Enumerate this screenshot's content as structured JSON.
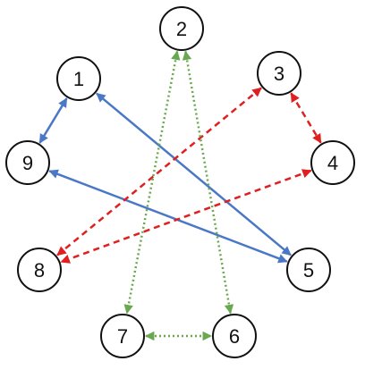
{
  "diagram": {
    "nodes": [
      {
        "id": "1",
        "label": "1"
      },
      {
        "id": "2",
        "label": "2"
      },
      {
        "id": "3",
        "label": "3"
      },
      {
        "id": "4",
        "label": "4"
      },
      {
        "id": "5",
        "label": "5"
      },
      {
        "id": "6",
        "label": "6"
      },
      {
        "id": "7",
        "label": "7"
      },
      {
        "id": "8",
        "label": "8"
      },
      {
        "id": "9",
        "label": "9"
      }
    ],
    "edges": [
      {
        "from": "1",
        "to": "9",
        "style": "solid",
        "color": "#4a78c6",
        "direction": "both"
      },
      {
        "from": "1",
        "to": "5",
        "style": "solid",
        "color": "#4a78c6",
        "direction": "both"
      },
      {
        "from": "9",
        "to": "5",
        "style": "solid",
        "color": "#4a78c6",
        "direction": "both"
      },
      {
        "from": "3",
        "to": "4",
        "style": "dashed",
        "color": "#e02020",
        "direction": "both"
      },
      {
        "from": "3",
        "to": "8",
        "style": "dashed",
        "color": "#e02020",
        "direction": "both"
      },
      {
        "from": "4",
        "to": "8",
        "style": "dashed",
        "color": "#e02020",
        "direction": "both"
      },
      {
        "from": "2",
        "to": "7",
        "style": "dotted",
        "color": "#6aa84f",
        "direction": "both"
      },
      {
        "from": "2",
        "to": "6",
        "style": "dotted",
        "color": "#6aa84f",
        "direction": "both"
      },
      {
        "from": "7",
        "to": "6",
        "style": "dotted",
        "color": "#6aa84f",
        "direction": "both"
      }
    ]
  }
}
